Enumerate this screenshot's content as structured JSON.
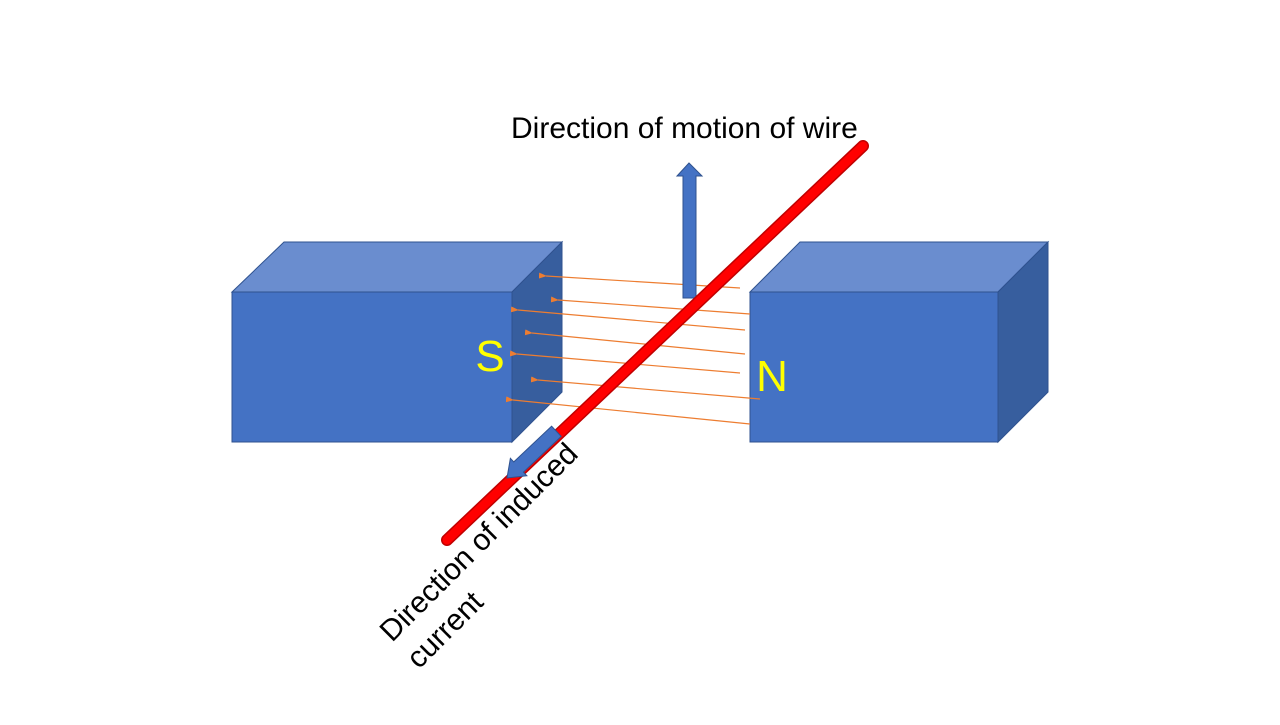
{
  "labels": {
    "motion": "Direction of motion of wire",
    "current_line1": "Direction of induced",
    "current_line2": "current",
    "south_pole": "S",
    "north_pole": "N"
  },
  "colors": {
    "magnet_front": "#4472c4",
    "magnet_top": "#6a8dcf",
    "magnet_side": "#375e9e",
    "magnet_edge": "#2f528f",
    "pole_letter": "#ffff00",
    "wire": "#ff0000",
    "field_line": "#ed7d31",
    "arrow": "#4472c4",
    "text": "#000000"
  }
}
